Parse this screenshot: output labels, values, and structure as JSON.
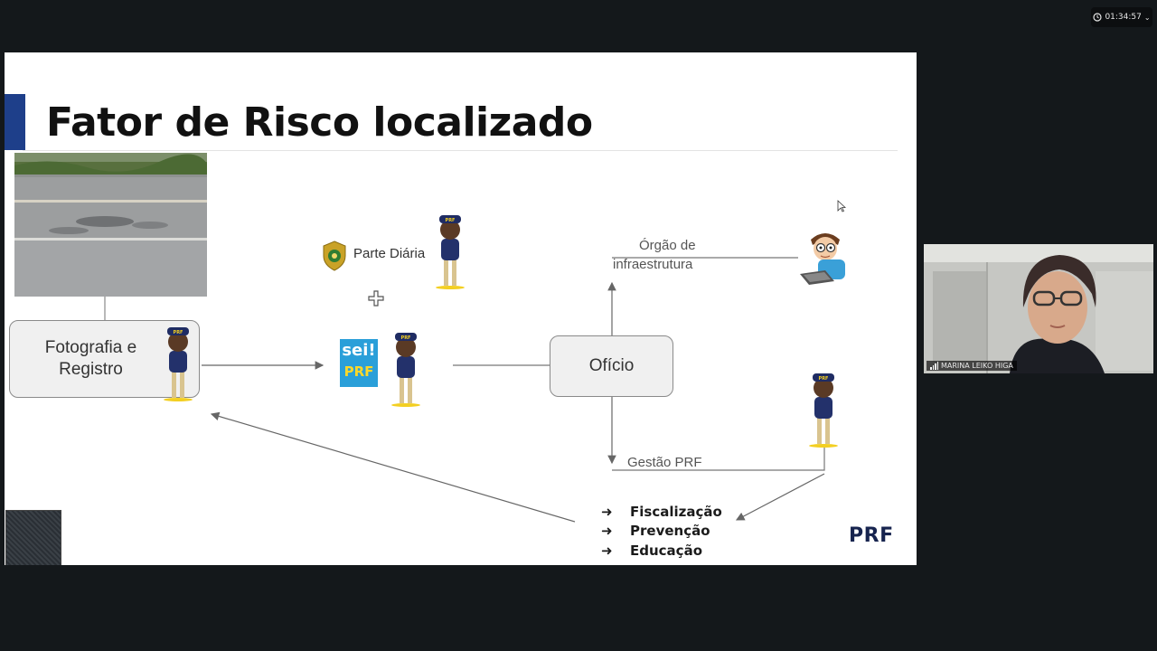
{
  "meeting": {
    "timer": "01:34:57",
    "participant_name": "MARINA LEIKO HIGA"
  },
  "slide": {
    "title": "Fator de Risco localizado",
    "box_foto_line1": "Fotografia e",
    "box_foto_line2": "Registro",
    "parte_diaria": "Parte Diária",
    "sei_line1": "sei!",
    "sei_line2": "PRF",
    "oficio": "Ofício",
    "orgao_line1": "Órgão de",
    "orgao_line2": "infraestrutura",
    "gestao": "Gestão PRF",
    "actions": [
      "Fiscalização",
      "Prevenção",
      "Educação"
    ],
    "logo": "PRF",
    "colors": {
      "accent": "#1e3f8a",
      "sei_blue": "#2a9fd9",
      "logo_navy": "#17244f"
    }
  }
}
